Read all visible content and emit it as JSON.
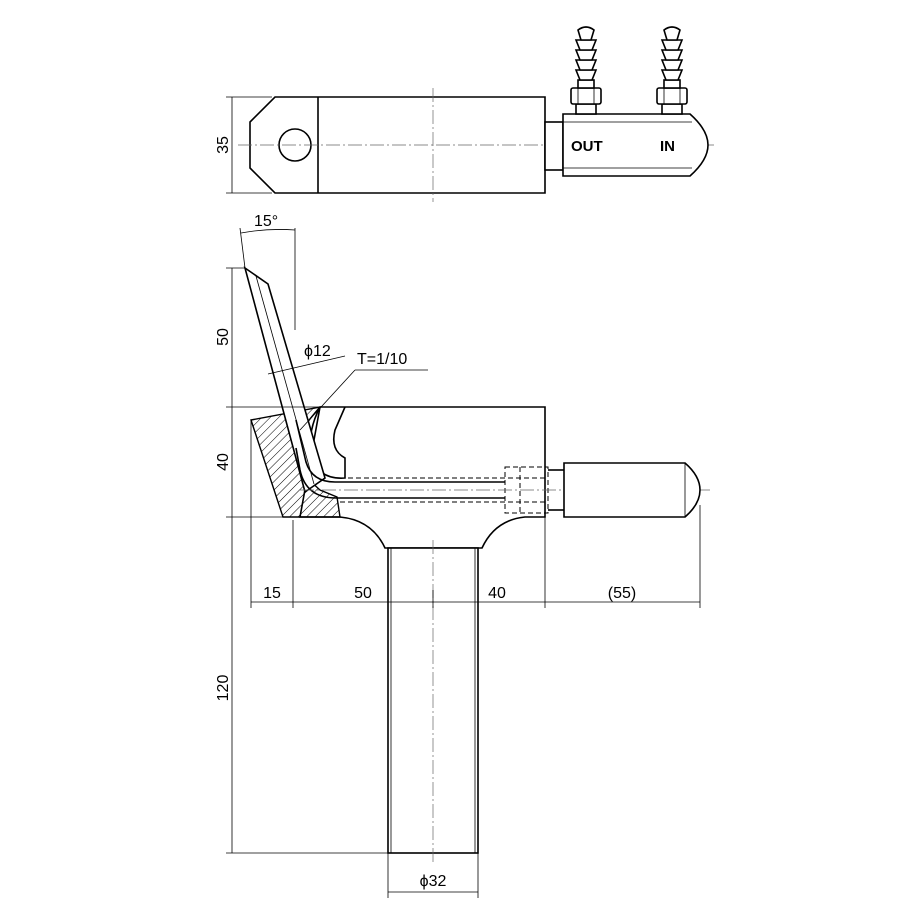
{
  "drawing": {
    "ports": {
      "out": "OUT",
      "in": "IN"
    },
    "dims": {
      "top_height": "35",
      "angle": "15°",
      "tip_length": "50",
      "bore_dia": "ϕ12",
      "taper": "T=1/10",
      "head_height": "40",
      "width_a": "15",
      "width_b": "50",
      "width_c": "40",
      "width_d": "(55)",
      "stem_length": "120",
      "stem_dia": "ϕ32"
    }
  }
}
